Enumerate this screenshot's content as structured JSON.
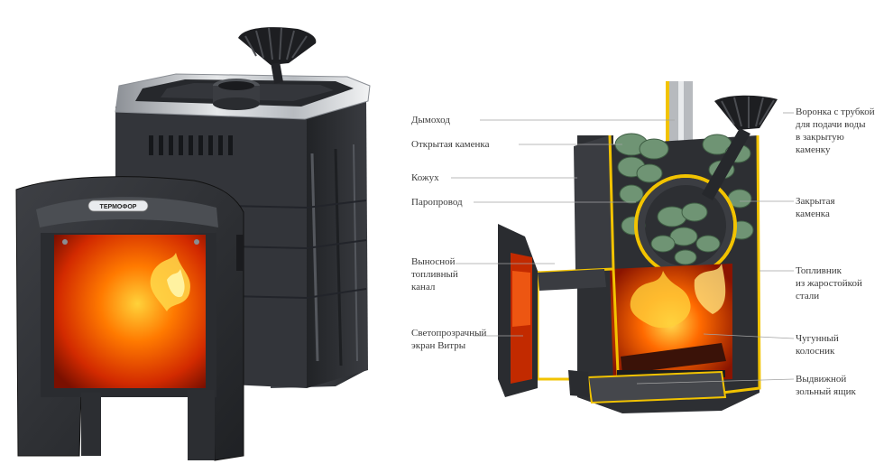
{
  "product": {
    "brand_plate": "ТЕРМОФОР"
  },
  "labels_left": [
    {
      "id": "chimney",
      "text": "Дымоход"
    },
    {
      "id": "open-heater",
      "text": "Открытая каменка"
    },
    {
      "id": "casing",
      "text": "Кожух"
    },
    {
      "id": "steam-line",
      "text": "Паропровод"
    },
    {
      "id": "fuel-channel",
      "text": "Выносной\nтопливный\nканал"
    },
    {
      "id": "glass-screen",
      "text": "Светопрозрачный\nэкран Витры"
    }
  ],
  "labels_right": [
    {
      "id": "funnel",
      "text": "Воронка с трубкой\nдля подачи воды\nв закрытую\nкаменку"
    },
    {
      "id": "closed-heater",
      "text": "Закрытая\nкаменка"
    },
    {
      "id": "firebox",
      "text": "Топливник\nиз жаростойкой\nстали"
    },
    {
      "id": "grate",
      "text": "Чугунный\nколосник"
    },
    {
      "id": "ash-drawer",
      "text": "Выдвижной\nзольный ящик"
    }
  ],
  "colors": {
    "body": "#3b3d42",
    "body_dark": "#24262a",
    "steel": "#c9cdd2",
    "fire": "#ff5a00",
    "fire_glow": "#ffb000",
    "cutaway_edge": "#f2c300",
    "stones": "#6e8f6a",
    "leader": "#9a9a9a"
  }
}
